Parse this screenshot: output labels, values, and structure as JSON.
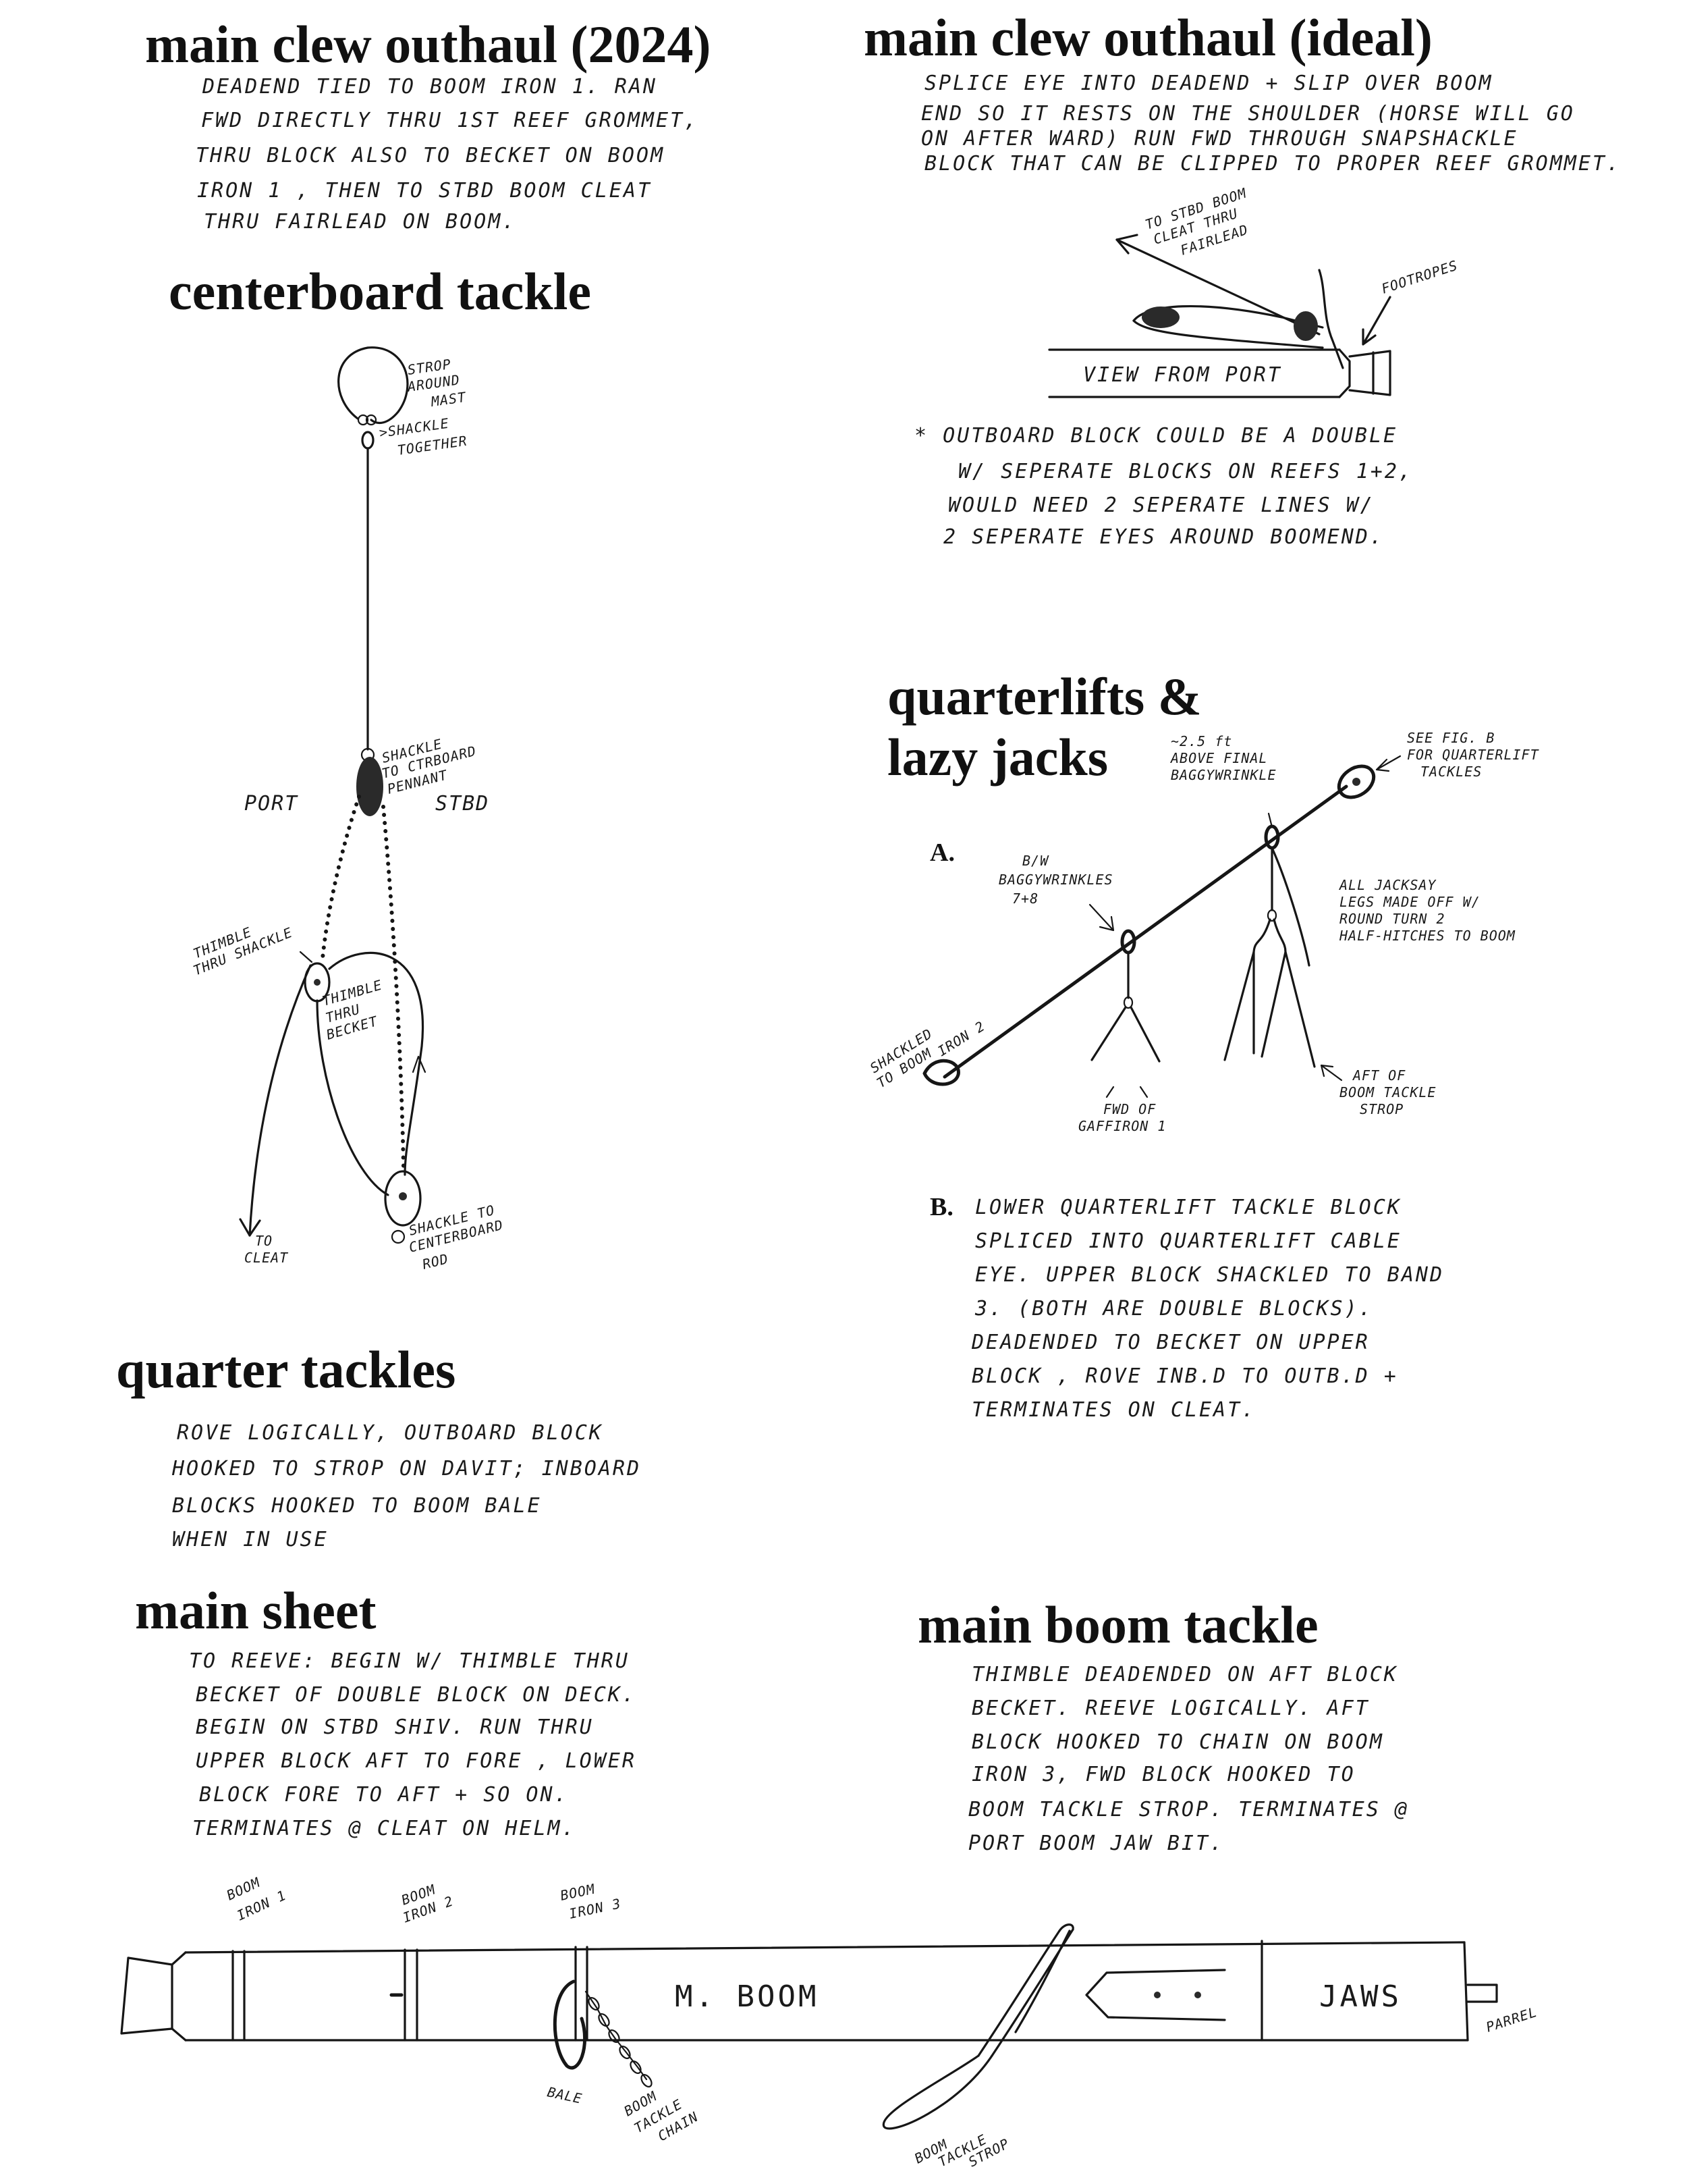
{
  "sections": {
    "clew2024": {
      "title": "main clew outhaul (2024)",
      "notes": [
        "DEADEND TIED TO BOOM IRON 1. RAN",
        "FWD DIRECTLY THRU 1ST REEF GROMMET,",
        "THRU BLOCK ALSO TO BECKET ON BOOM",
        "IRON 1 , THEN TO STBD BOOM CLEAT",
        "THRU FAIRLEAD ON BOOM."
      ]
    },
    "clewIdeal": {
      "title": "main clew outhaul (ideal)",
      "notes": [
        "SPLICE EYE INTO DEADEND + SLIP OVER BOOM",
        "END SO IT RESTS ON THE SHOULDER (HORSE WILL GO",
        "ON AFTER WARD) RUN FWD THROUGH SNAPSHACKLE",
        "BLOCK THAT CAN BE CLIPPED TO PROPER REEF GROMMET."
      ],
      "labels": {
        "to_cleat": [
          "TO STBD BOOM",
          "CLEAT THRU",
          "FAIRLEAD"
        ],
        "footropes": "FOOTROPES",
        "view": "VIEW FROM PORT"
      },
      "footnote": [
        "* OUTBOARD BLOCK COULD BE A DOUBLE",
        "W/ SEPERATE BLOCKS ON REEFS 1+2,",
        "WOULD NEED 2 SEPERATE LINES W/",
        "2 SEPERATE EYES AROUND BOOMEND."
      ]
    },
    "centerboard": {
      "title": "centerboard tackle",
      "labels": {
        "strop": [
          "STROP",
          "AROUND",
          "MAST"
        ],
        "shackle_together": [
          ">SHACKLE",
          "TOGETHER"
        ],
        "shackle_pennant": [
          "SHACKLE",
          "TO CTRBOARD",
          "PENNANT"
        ],
        "port": "PORT",
        "stbd": "STBD",
        "thimble_shackle": [
          "THIMBLE",
          "THRU SHACKLE"
        ],
        "thimble_becket": [
          "THIMBLE",
          "THRU",
          "BECKET"
        ],
        "to_cleat": [
          "TO",
          "CLEAT"
        ],
        "shackle_rod": [
          "SHACKLE TO",
          "CENTERBOARD",
          "ROD"
        ]
      }
    },
    "quarterlifts": {
      "title_line1": "quarterlifts &",
      "title_line2": "lazy jacks",
      "fig_a": "A.",
      "labels": {
        "above_final": [
          "~2.5 ft",
          "ABOVE FINAL",
          "BAGGYWRINKLE"
        ],
        "see_fig": [
          "SEE FIG. B",
          "FOR QUARTERLIFT",
          "TACKLES"
        ],
        "baggy": [
          "B/W",
          "BAGGYWRINKLES",
          "7+8"
        ],
        "all_jacks": [
          "ALL JACKSAY",
          "LEGS MADE OFF W/",
          "ROUND TURN 2",
          "HALF-HITCHES TO BOOM"
        ],
        "shackled": [
          "SHACKLED",
          "TO BOOM",
          "IRON 2"
        ],
        "fwd_gaff": [
          "FWD OF",
          "GAFFIRON 1"
        ],
        "aft_boom": [
          "AFT OF",
          "BOOM TACKLE",
          "STROP"
        ]
      },
      "fig_b": "B.",
      "fig_b_notes": [
        "LOWER QUARTERLIFT TACKLE BLOCK",
        "SPLICED INTO QUARTERLIFT CABLE",
        "EYE. UPPER BLOCK SHACKLED TO BAND",
        "3. (BOTH ARE DOUBLE BLOCKS).",
        "DEADENDED TO BECKET ON UPPER",
        "BLOCK , ROVE INB.D TO OUTB.D +",
        "TERMINATES ON CLEAT."
      ]
    },
    "quarter": {
      "title": "quarter tackles",
      "notes": [
        "ROVE LOGICALLY, OUTBOARD BLOCK",
        "HOOKED TO STROP ON DAVIT; INBOARD",
        "BLOCKS HOOKED TO BOOM BALE",
        "WHEN IN USE"
      ]
    },
    "mainsheet": {
      "title": "main sheet",
      "notes": [
        "TO REEVE: BEGIN W/ THIMBLE THRU",
        "BECKET OF DOUBLE BLOCK ON DECK.",
        "BEGIN ON STBD SHIV. RUN THRU",
        "UPPER BLOCK AFT TO FORE , LOWER",
        "BLOCK FORE TO AFT + SO ON.",
        "TERMINATES @ CLEAT ON HELM."
      ]
    },
    "boomtackle": {
      "title": "main boom tackle",
      "notes": [
        "THIMBLE DEADENDED ON AFT BLOCK",
        "BECKET. REEVE LOGICALLY. AFT",
        "BLOCK HOOKED TO CHAIN ON BOOM",
        "IRON 3, FWD BLOCK HOOKED TO",
        "BOOM TACKLE STROP. TERMINATES @",
        "PORT BOOM JAW BIT."
      ]
    },
    "boom": {
      "iron1": [
        "BOOM",
        "IRON 1"
      ],
      "iron2": [
        "BOOM",
        "IRON 2"
      ],
      "iron3": [
        "BOOM",
        "IRON 3"
      ],
      "name": "M. BOOM",
      "jaws": "JAWS",
      "parrel": "PARREL",
      "bale": "BALE",
      "chain": [
        "BOOM",
        "TACKLE",
        "CHAIN"
      ],
      "strop": [
        "BOOM",
        "TACKLE",
        "STROP"
      ]
    }
  }
}
